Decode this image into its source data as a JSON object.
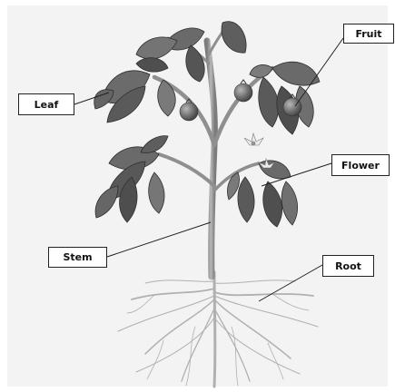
{
  "diagram": {
    "labels": {
      "fruit": "Fruit",
      "leaf": "Leaf",
      "flower": "Flower",
      "stem": "Stem",
      "root": "Root"
    }
  },
  "colors": {
    "background": "#f3f3f3",
    "leaf": "#5a5a5a",
    "leaf_light": "#8a8a8a",
    "stem": "#9a9a9a",
    "fruit": "#6e6e6e",
    "root": "#b4b4b4",
    "leader_line": "#222222",
    "label_border": "#222222"
  }
}
